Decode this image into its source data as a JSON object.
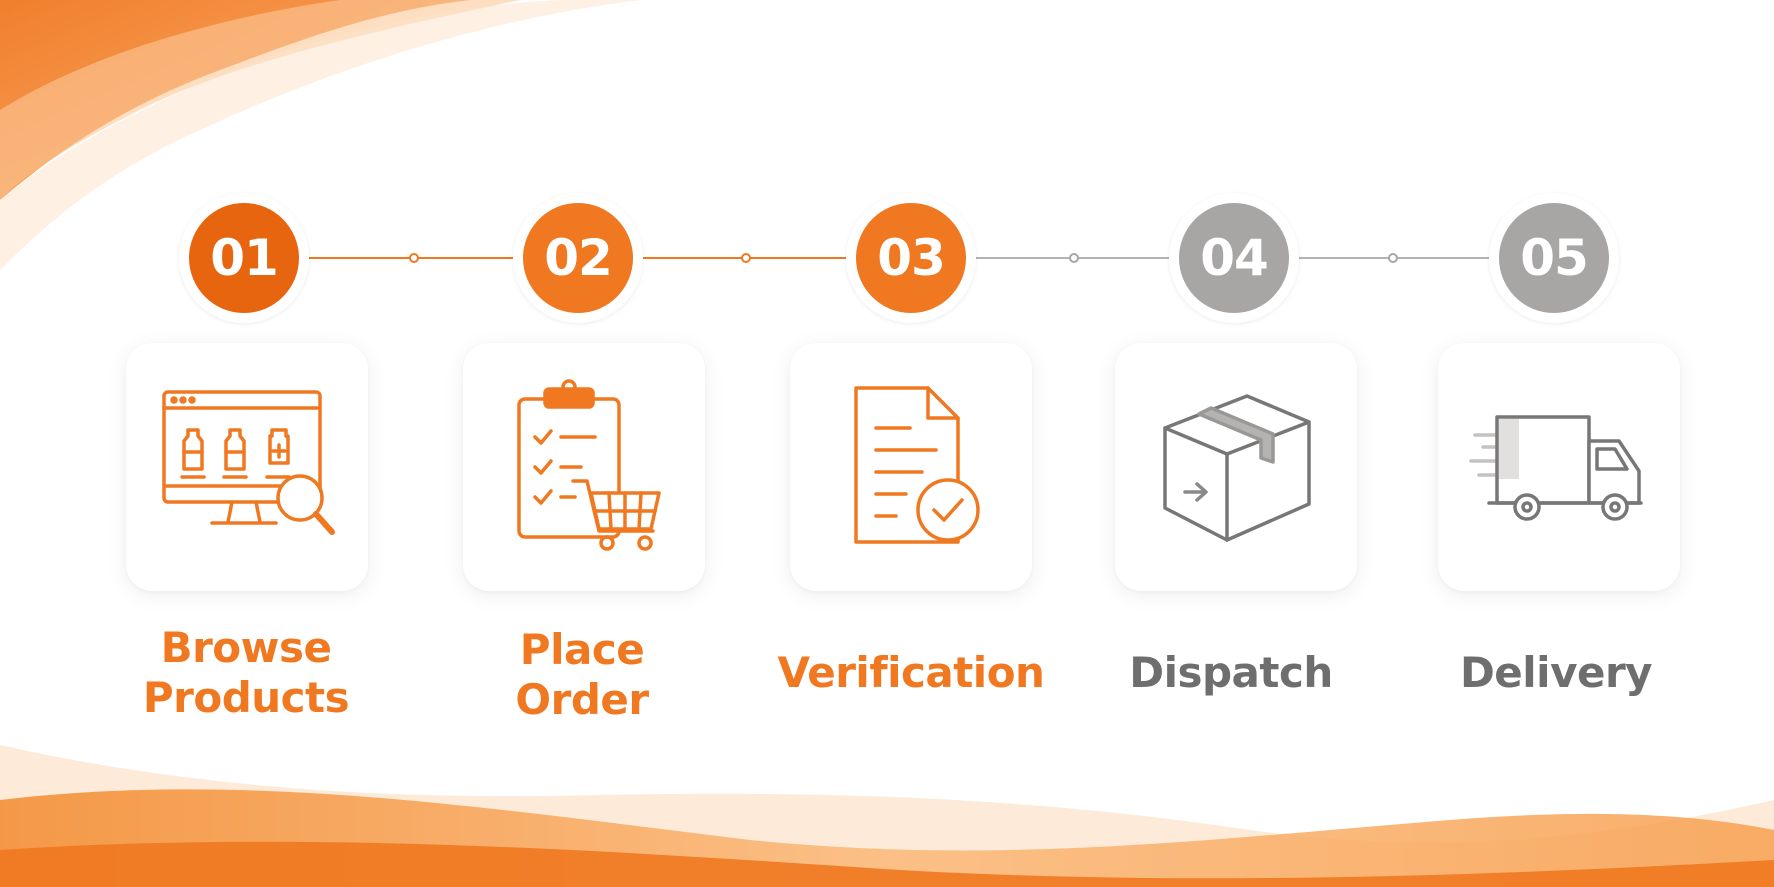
{
  "colors": {
    "active": "#F07820",
    "active_dark": "#E8650F",
    "inactive": "#A8A6A5",
    "inactive_text": "#6E6E6E"
  },
  "steps": [
    {
      "number": "01",
      "label_line1": "Browse",
      "label_line2": "Products",
      "state": "active",
      "icon": "monitor-search-icon"
    },
    {
      "number": "02",
      "label_line1": "Place",
      "label_line2": "Order",
      "state": "active",
      "icon": "clipboard-cart-icon"
    },
    {
      "number": "03",
      "label_line1": "Verification",
      "label_line2": "",
      "state": "active",
      "icon": "document-check-icon"
    },
    {
      "number": "04",
      "label_line1": "Dispatch",
      "label_line2": "",
      "state": "inactive",
      "icon": "box-icon"
    },
    {
      "number": "05",
      "label_line1": "Delivery",
      "label_line2": "",
      "state": "inactive",
      "icon": "delivery-truck-icon"
    }
  ]
}
